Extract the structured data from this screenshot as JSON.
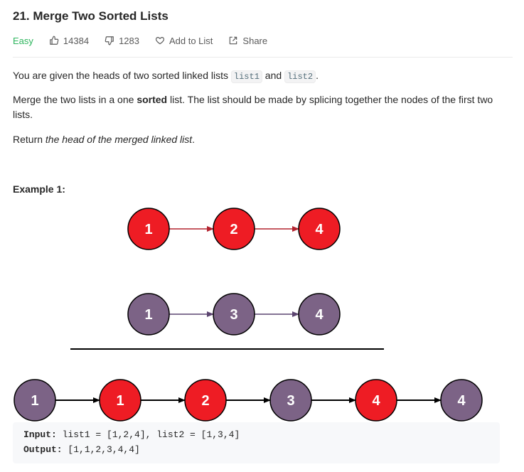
{
  "problem": {
    "title": "21. Merge Two Sorted Lists",
    "difficulty": "Easy",
    "likes": "14384",
    "dislikes": "1283",
    "add_to_list_label": "Add to List",
    "share_label": "Share"
  },
  "description": {
    "p1_before": "You are given the heads of two sorted linked lists ",
    "p1_code1": "list1",
    "p1_mid": " and ",
    "p1_code2": "list2",
    "p1_after": ".",
    "p2_before": "Merge the two lists in a one ",
    "p2_bold": "sorted",
    "p2_after": " list. The list should be made by splicing together the nodes of the first two lists.",
    "p3_before": "Return ",
    "p3_italic": "the head of the merged linked list",
    "p3_after": "."
  },
  "example": {
    "title": "Example 1:",
    "list1": [
      "1",
      "2",
      "4"
    ],
    "list2": [
      "1",
      "3",
      "4"
    ],
    "merged": [
      "1",
      "1",
      "2",
      "3",
      "4",
      "4"
    ],
    "input_label": "Input:",
    "input_value": " list1 = [1,2,4], list2 = [1,3,4]",
    "output_label": "Output:",
    "output_value": " [1,1,2,3,4,4]"
  },
  "colors": {
    "list1_node": "#ee1c24",
    "list2_node": "#7c6386",
    "list1_arrow": "#b3232f",
    "list2_arrow": "#5c4570",
    "node_border": "#000000",
    "difficulty_easy": "#2db55d"
  },
  "icons": [
    "thumbs-up-icon",
    "thumbs-down-icon",
    "heart-icon",
    "share-icon"
  ]
}
